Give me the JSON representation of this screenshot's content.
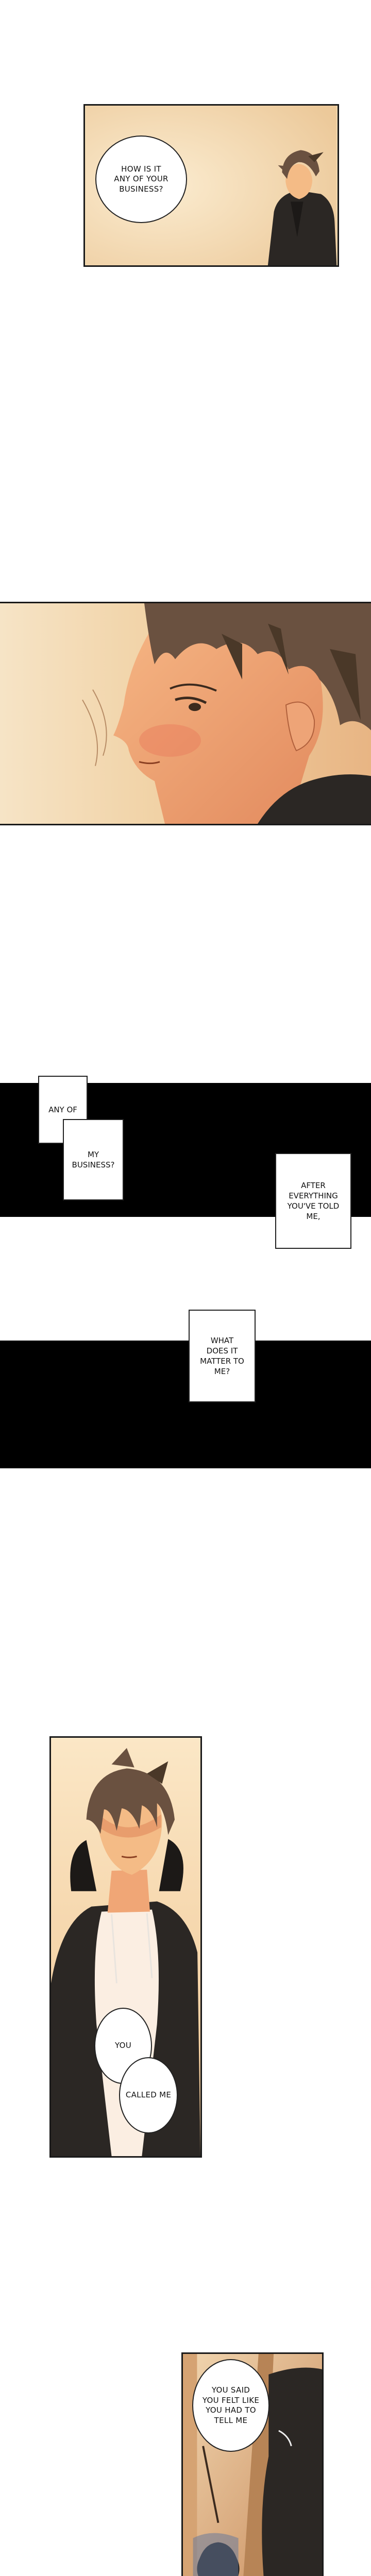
{
  "panels": {
    "panel_1": {
      "speech": "HOW IS IT\nANY OF YOUR\nBUSINESS?"
    },
    "panel_2": {},
    "dark_band": {
      "captions": [
        "ANY OF",
        "MY\nBUSINESS?",
        "AFTER\nEVERYTHING\nYOU'VE TOLD\nME,",
        "WHAT\nDOES IT\nMATTER TO\nME?"
      ]
    },
    "panel_3": {
      "speech": [
        "YOU",
        "CALLED ME"
      ]
    },
    "panel_4": {
      "speech": "YOU SAID\nYOU FELT LIKE\nYOU HAD TO\nTELL ME"
    }
  },
  "colors": {
    "warm_bg": "#f2dcb4",
    "skin": "#f4bb86",
    "skin_shadow": "#e59366",
    "hair": "#6a5140",
    "hair_dark": "#4a3828",
    "hoodie": "#2b2724",
    "shirt": "#fbeee2",
    "black": "#000000"
  }
}
